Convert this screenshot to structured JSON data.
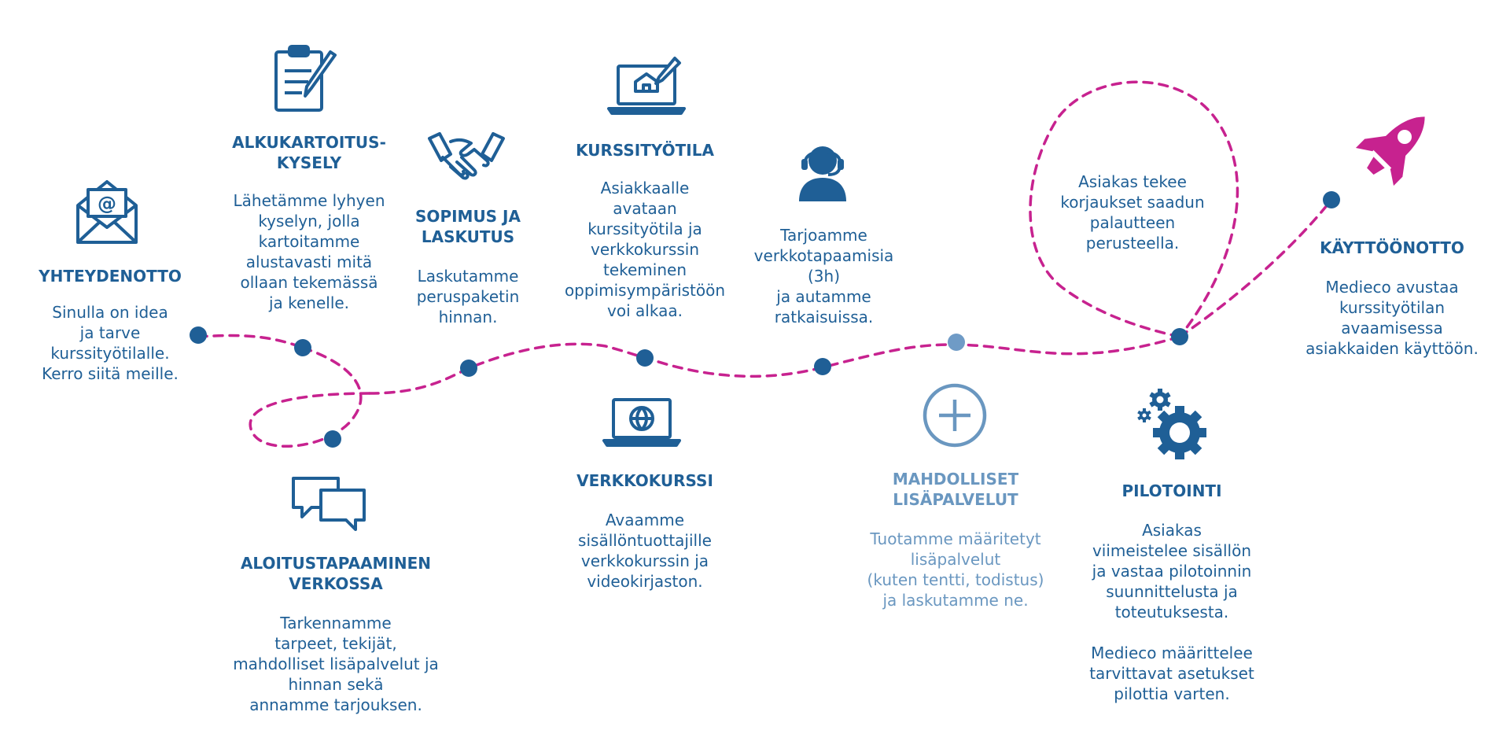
{
  "colors": {
    "primary": "#1f5f96",
    "light": "#6a97c0",
    "accent": "#c7228f",
    "dot_light": "#6f9bc6"
  },
  "steps": [
    {
      "title": "YHTEYDENOTTO",
      "text": "Sinulla on idea\nja tarve\nkurssityötilalle.\nKerro siitä meille.",
      "icon": "envelope-icon"
    },
    {
      "title": "ALKUKARTOITUS-\nKYSELY",
      "text": "Lähetämme lyhyen\nkyselyn, jolla\nkartoitamme\nalustavasti mitä\nollaan tekemässä\nja kenelle.",
      "icon": "clipboard-icon"
    },
    {
      "title": "ALOITUSTAPAAMINEN\nVERKOSSA",
      "text": "Tarkennamme\ntarpeet, tekijät,\nmahdolliset lisäpalvelut ja\nhinnan sekä\nannamme tarjouksen.",
      "icon": "chat-icon"
    },
    {
      "title": "SOPIMUS JA\nLASKUTUS",
      "text": "Laskutamme\nperuspaketin\nhinnan.",
      "icon": "handshake-icon"
    },
    {
      "title": "KURSSITYÖTILA",
      "text": "Asiakkaalle\navataan\nkurssityötila ja\nverkkokurssin\ntekeminen\noppimisympäristöön\nvoi alkaa.",
      "icon": "laptop-edit-icon"
    },
    {
      "title": "VERKKOKURSSI",
      "text": "Avaamme\nsisällöntuottajille\nverkkokurssin ja\nvideokirjaston.",
      "icon": "laptop-globe-icon"
    },
    {
      "title": "",
      "text": "Tarjoamme\nverkkotapaamisia\n(3h)\nja autamme\nratkaisuissa.",
      "icon": "headset-user-icon"
    },
    {
      "title": "MAHDOLLISET\nLISÄPALVELUT",
      "text": "Tuotamme määritetyt\nlisäpalvelut\n(kuten tentti, todistus)\nja laskutamme ne.",
      "icon": "plus-circle-icon"
    },
    {
      "title": "",
      "text": "Asiakas tekee\nkorjaukset saadun\npalautteen\nperusteella.",
      "icon": ""
    },
    {
      "title": "PILOTOINTI",
      "text": "Asiakas\nviimeistelee sisällön\nja vastaa pilotoinnin\nsuunnittelusta ja\ntoteutuksesta.\n\nMedieco määrittelee\ntarvittavat asetukset\npilottia varten.",
      "icon": "gears-icon"
    },
    {
      "title": "KÄYTTÖÖNOTTO",
      "text": "Medieco avustaa\nkurssityötilan\navaamisessa\nasiakkaiden käyttöön.",
      "icon": "rocket-icon"
    }
  ]
}
